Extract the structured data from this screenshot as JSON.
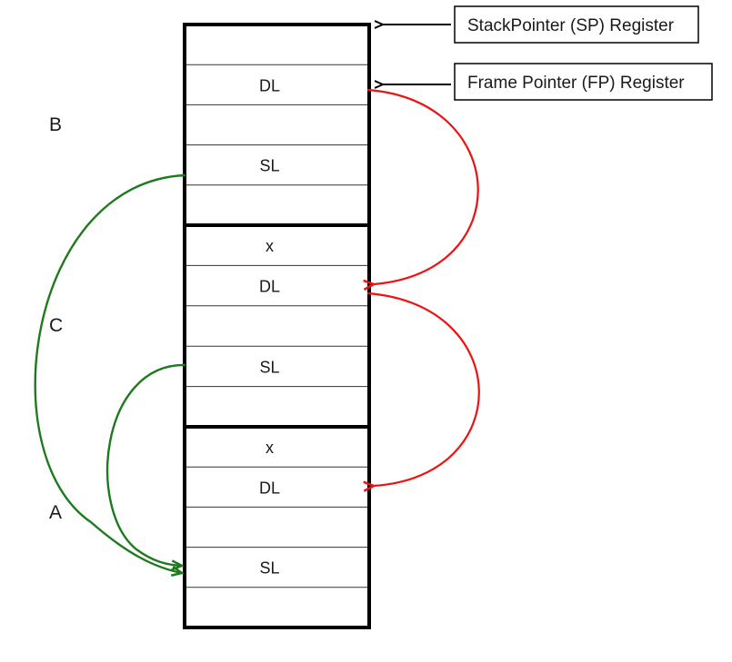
{
  "registers": {
    "stack_pointer": "StackPointer (SP) Register",
    "frame_pointer": "Frame Pointer (FP) Register"
  },
  "frames": [
    {
      "label": "B",
      "cells": [
        {
          "id": "b-slot-1",
          "text": ""
        },
        {
          "id": "b-dl",
          "text": "DL"
        },
        {
          "id": "b-slot-3",
          "text": ""
        },
        {
          "id": "b-sl",
          "text": "SL"
        },
        {
          "id": "b-slot-5",
          "text": ""
        }
      ]
    },
    {
      "label": "C",
      "cells": [
        {
          "id": "c-x",
          "text": "x"
        },
        {
          "id": "c-dl",
          "text": "DL"
        },
        {
          "id": "c-slot-3",
          "text": ""
        },
        {
          "id": "c-sl",
          "text": "SL"
        },
        {
          "id": "c-slot-5",
          "text": ""
        }
      ]
    },
    {
      "label": "A",
      "cells": [
        {
          "id": "a-x",
          "text": "x"
        },
        {
          "id": "a-dl",
          "text": "DL"
        },
        {
          "id": "a-slot-3",
          "text": ""
        },
        {
          "id": "a-sl",
          "text": "SL"
        },
        {
          "id": "a-slot-5",
          "text": ""
        }
      ]
    }
  ],
  "links": {
    "dynamic_link_color": "#ee1111",
    "static_link_color": "#1f7a1f",
    "register_arrow_color": "#000000"
  }
}
